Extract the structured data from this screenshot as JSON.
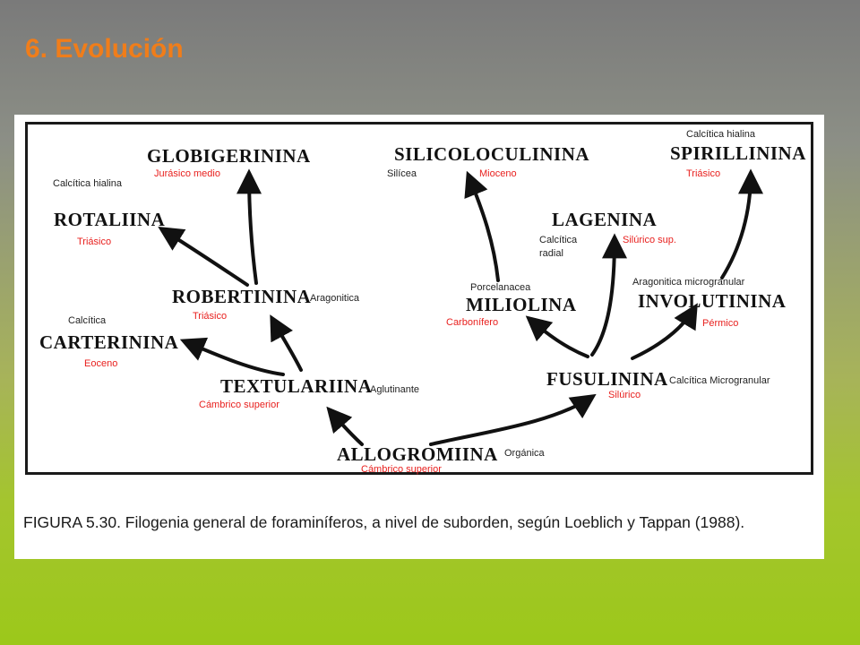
{
  "slide": {
    "title": "6. Evolución"
  },
  "figure": {
    "taxa": {
      "globigerinina": "GLOBIGERININA",
      "rotaliina": "ROTALIINA",
      "robertinina": "ROBERTININA",
      "carterinina": "CARTERININA",
      "textulariina": "TEXTULARIINA",
      "allogromiina": "ALLOGROMIINA",
      "silicoloculinina": "SILICOLOCULININA",
      "lagenina": "LAGENINA",
      "miliolina": "MILIOLINA",
      "spirillinina": "SPIRILLININA",
      "involutinina": "INVOLUTININA",
      "fusulinina": "FUSULININA"
    },
    "walls": {
      "rotaliina": "Calcítica hialina",
      "robertinina": "Aragonitica",
      "carterinina": "Calcítica",
      "textulariina": "Aglutinante",
      "allogromiina": "Orgánica",
      "silicoloculinina": "Silícea",
      "lagenina_1": "Calcítica",
      "lagenina_2": "radial",
      "miliolina": "Porcelanacea",
      "spirillinina": "Calcítica hialina",
      "involutinina": "Aragonitica microgranular",
      "fusulinina": "Calcítica Microgranular"
    },
    "ages": {
      "globigerinina": "Jurásico medio",
      "rotaliina": "Triásico",
      "robertinina": "Triásico",
      "carterinina": "Eoceno",
      "textulariina": "Cámbrico superior",
      "allogromiina": "Cámbrico superior",
      "silicoloculinina": "Mioceno",
      "lagenina": "Silúrico sup.",
      "miliolina": "Carbonífero",
      "spirillinina": "Triásico",
      "involutinina": "Pérmico",
      "fusulinina": "Silúrico"
    },
    "caption": "FIGURA 5.30. Filogenia general de foraminíferos, a nivel de suborden, según Loeblich y Tappan (1988)."
  }
}
